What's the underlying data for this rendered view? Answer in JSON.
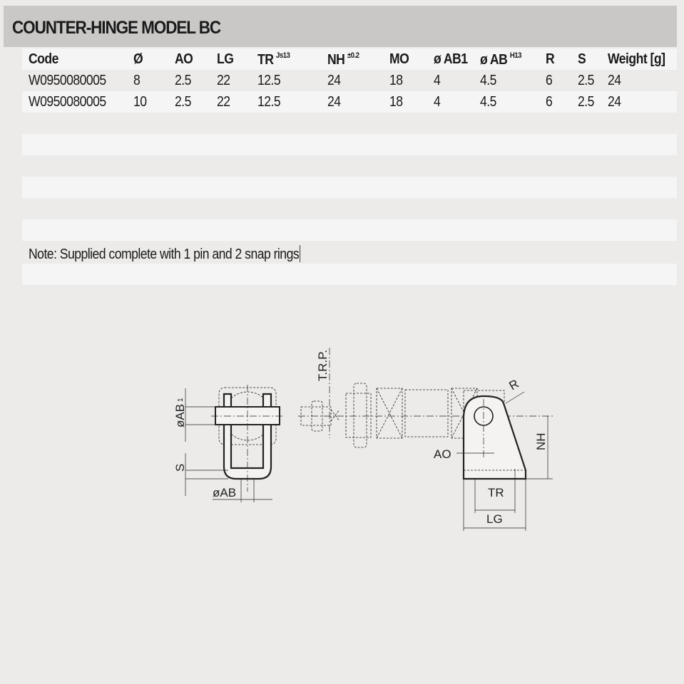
{
  "title": "COUNTER-HINGE MODEL BC",
  "table": {
    "headers": [
      {
        "label": "Code",
        "sup": ""
      },
      {
        "label": "Ø",
        "sup": ""
      },
      {
        "label": "AO",
        "sup": ""
      },
      {
        "label": "LG",
        "sup": ""
      },
      {
        "label": "TR",
        "sup": "Js13"
      },
      {
        "label": "NH",
        "sup": "±0.2"
      },
      {
        "label": "MO",
        "sup": ""
      },
      {
        "label": "ø AB1",
        "sup": ""
      },
      {
        "label": "ø AB",
        "sup": "H13"
      },
      {
        "label": "R",
        "sup": ""
      },
      {
        "label": "S",
        "sup": ""
      },
      {
        "label": "Weight [g]",
        "sup": ""
      }
    ],
    "rows": [
      [
        "W0950080005",
        "8",
        "2.5",
        "22",
        "12.5",
        "24",
        "18",
        "4",
        "4.5",
        "6",
        "2.5",
        "24"
      ],
      [
        "W0950080005",
        "10",
        "2.5",
        "22",
        "12.5",
        "24",
        "18",
        "4",
        "4.5",
        "6",
        "2.5",
        "24"
      ]
    ]
  },
  "note": "Note: Supplied complete with 1 pin and 2 snap rings",
  "drawing_labels": {
    "ab1": "øAB",
    "ab1_sub": "1",
    "s": "S",
    "ab": "øAB",
    "trp": "T.R.P.",
    "r": "R",
    "nh": "NH",
    "ao": "AO",
    "tr": "TR",
    "lg": "LG"
  }
}
